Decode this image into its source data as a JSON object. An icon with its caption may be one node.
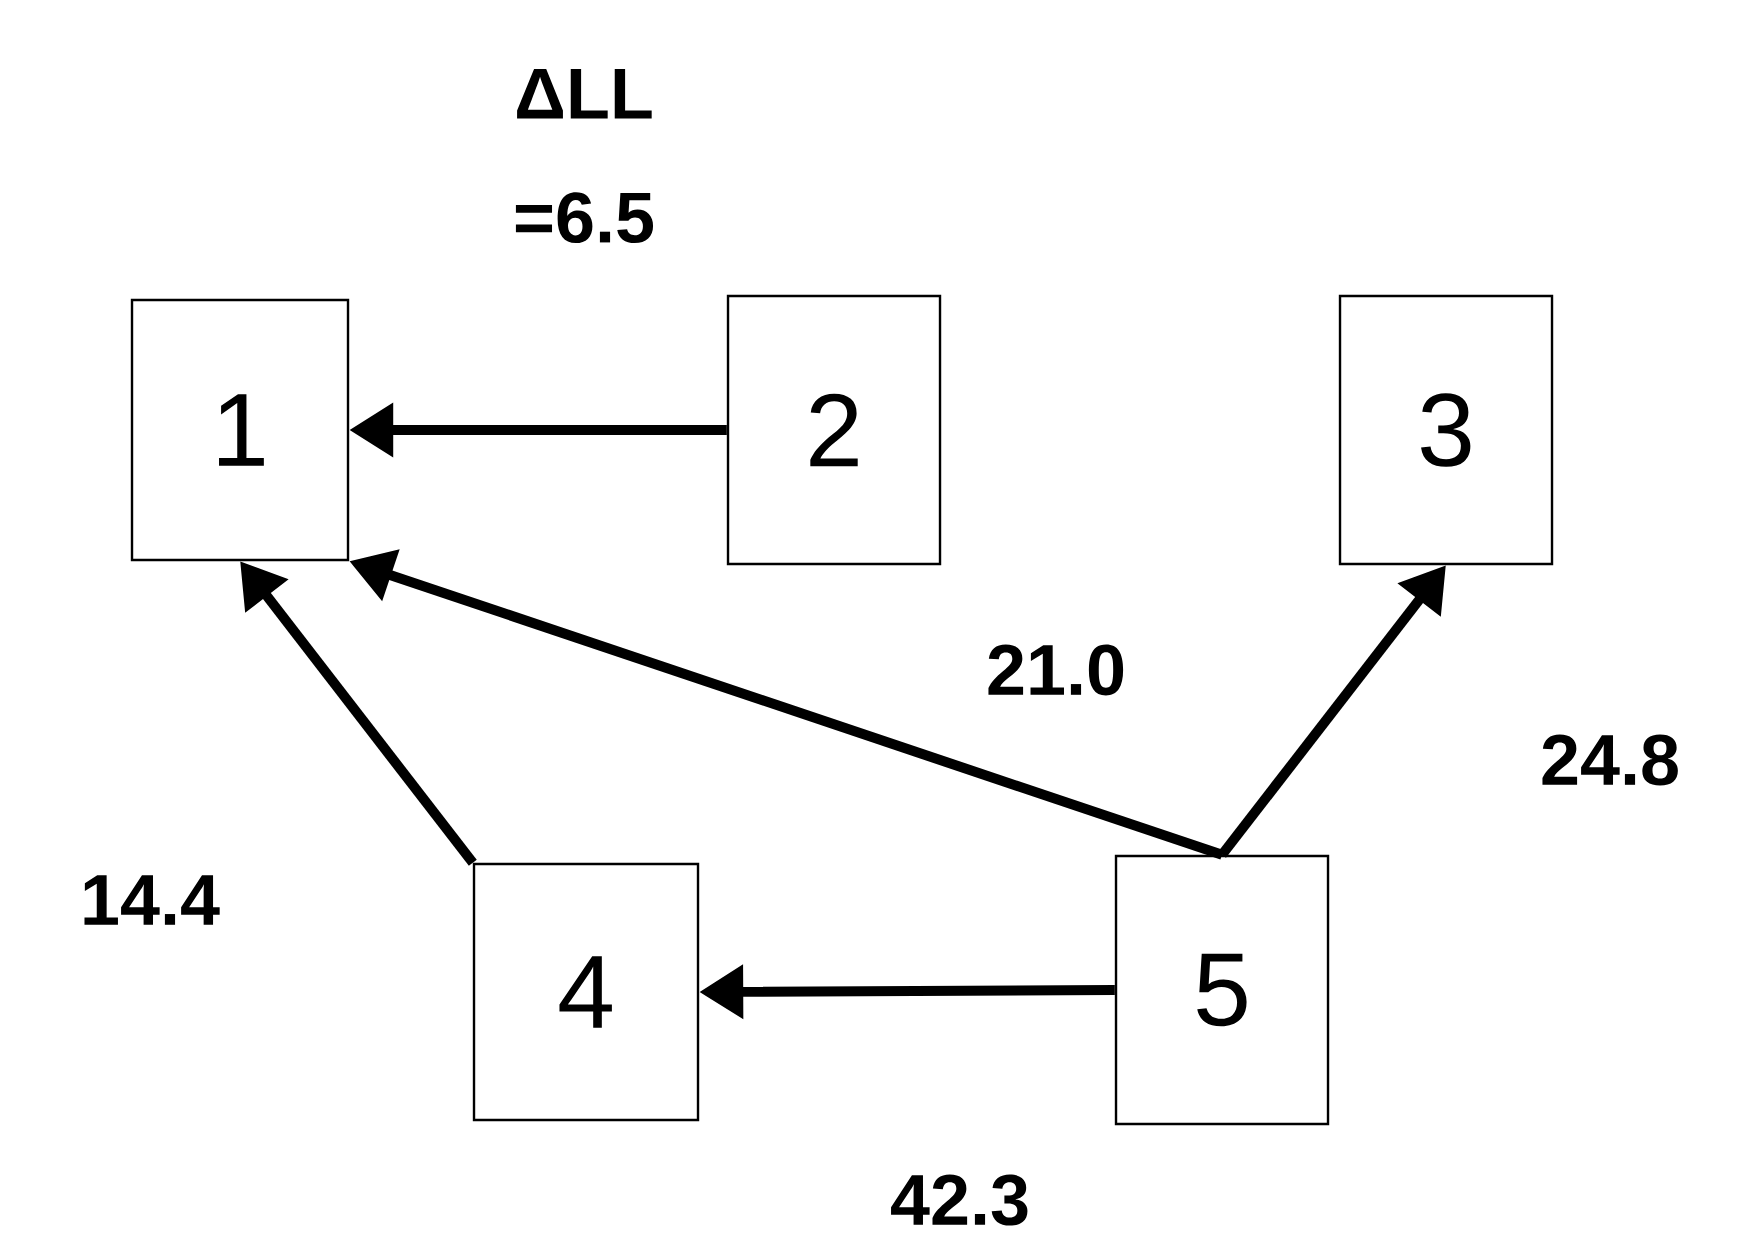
{
  "diagram": {
    "nodes": [
      {
        "text": [
          "1"
        ]
      },
      {
        "text": [
          "2"
        ]
      },
      {
        "text": [
          "3"
        ]
      },
      {
        "text": [
          "4"
        ]
      },
      {
        "text": [
          "5"
        ]
      }
    ],
    "edges": [
      {
        "from": 1,
        "to": 0,
        "arrow": "to",
        "label": "ΔLL =6.5"
      },
      {
        "from": 4,
        "to": 0,
        "arrow": "to",
        "label": "21.0"
      },
      {
        "from": 4,
        "to": 2,
        "arrow": "to",
        "label": "24.8"
      },
      {
        "from": 3,
        "to": 0,
        "arrow": "to",
        "label": "14.4"
      },
      {
        "from": 4,
        "to": 3,
        "arrow": "to",
        "label": "42.3"
      }
    ]
  }
}
